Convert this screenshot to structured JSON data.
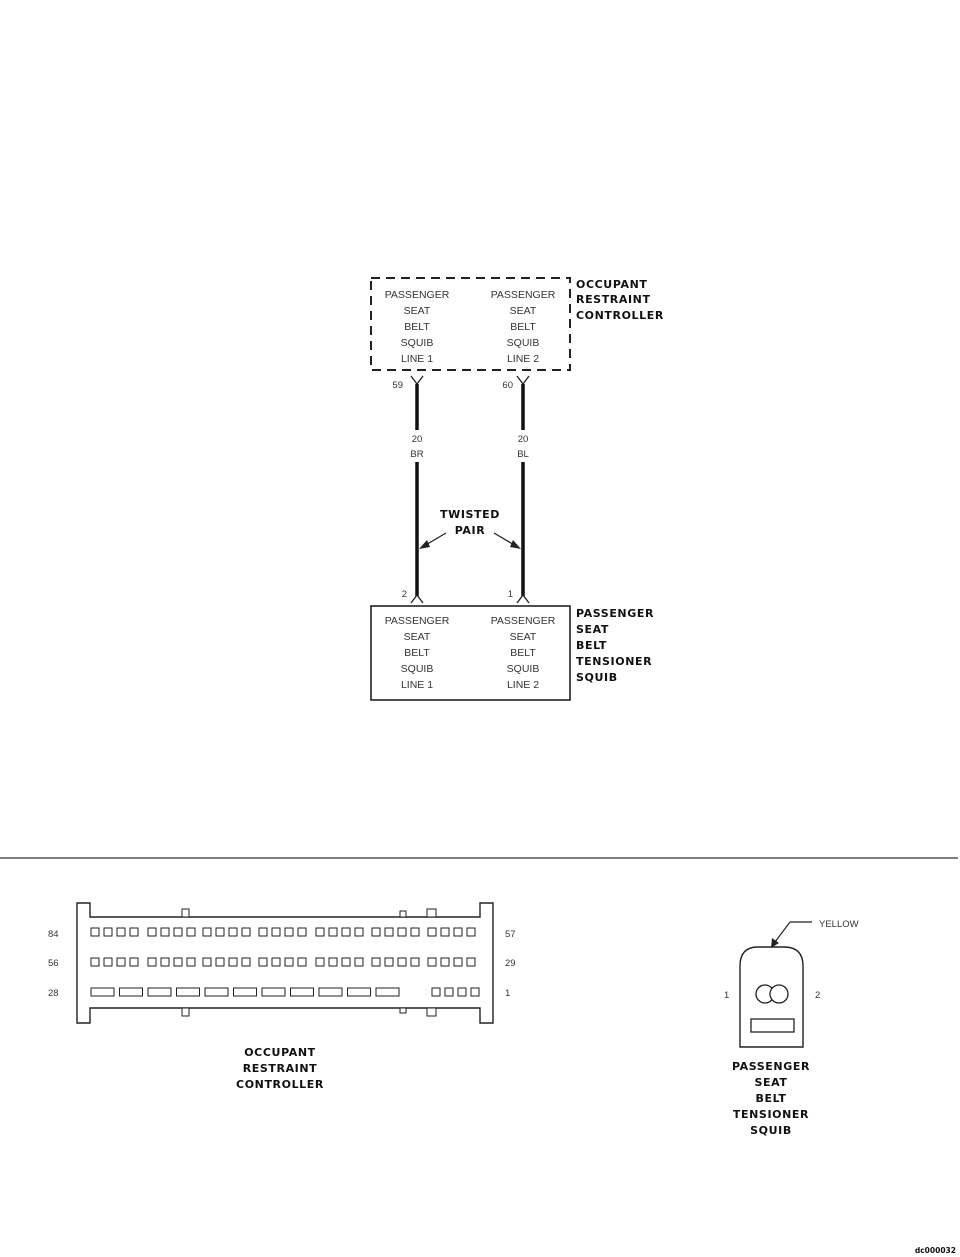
{
  "orc": {
    "title_lines": [
      "OCCUPANT",
      "RESTRAINT",
      "CONTROLLER"
    ],
    "line1_lines": [
      "PASSENGER",
      "SEAT",
      "BELT",
      "SQUIB",
      "LINE 1"
    ],
    "line2_lines": [
      "PASSENGER",
      "SEAT",
      "BELT",
      "SQUIB",
      "LINE 2"
    ],
    "pin_left": "59",
    "pin_right": "60"
  },
  "wires": {
    "left_gauge": "20",
    "left_color": "BR",
    "right_gauge": "20",
    "right_color": "BL",
    "twisted_lines": [
      "TWISTED",
      "PAIR"
    ]
  },
  "squib": {
    "title_lines": [
      "PASSENGER",
      "SEAT",
      "BELT",
      "TENSIONER",
      "SQUIB"
    ],
    "line1_lines": [
      "PASSENGER",
      "SEAT",
      "BELT",
      "SQUIB",
      "LINE 1"
    ],
    "line2_lines": [
      "PASSENGER",
      "SEAT",
      "BELT",
      "SQUIB",
      "LINE 2"
    ],
    "pin_left": "2",
    "pin_right": "1"
  },
  "orc_connector": {
    "row_labels_left": [
      "84",
      "56",
      "28"
    ],
    "row_labels_right": [
      "57",
      "29",
      "1"
    ],
    "title_lines": [
      "OCCUPANT",
      "RESTRAINT",
      "CONTROLLER"
    ]
  },
  "squib_connector": {
    "color": "YELLOW",
    "pin_left": "1",
    "pin_right": "2",
    "title_lines": [
      "PASSENGER",
      "SEAT",
      "BELT",
      "TENSIONER",
      "SQUIB"
    ]
  },
  "figure_id": "dc000032"
}
